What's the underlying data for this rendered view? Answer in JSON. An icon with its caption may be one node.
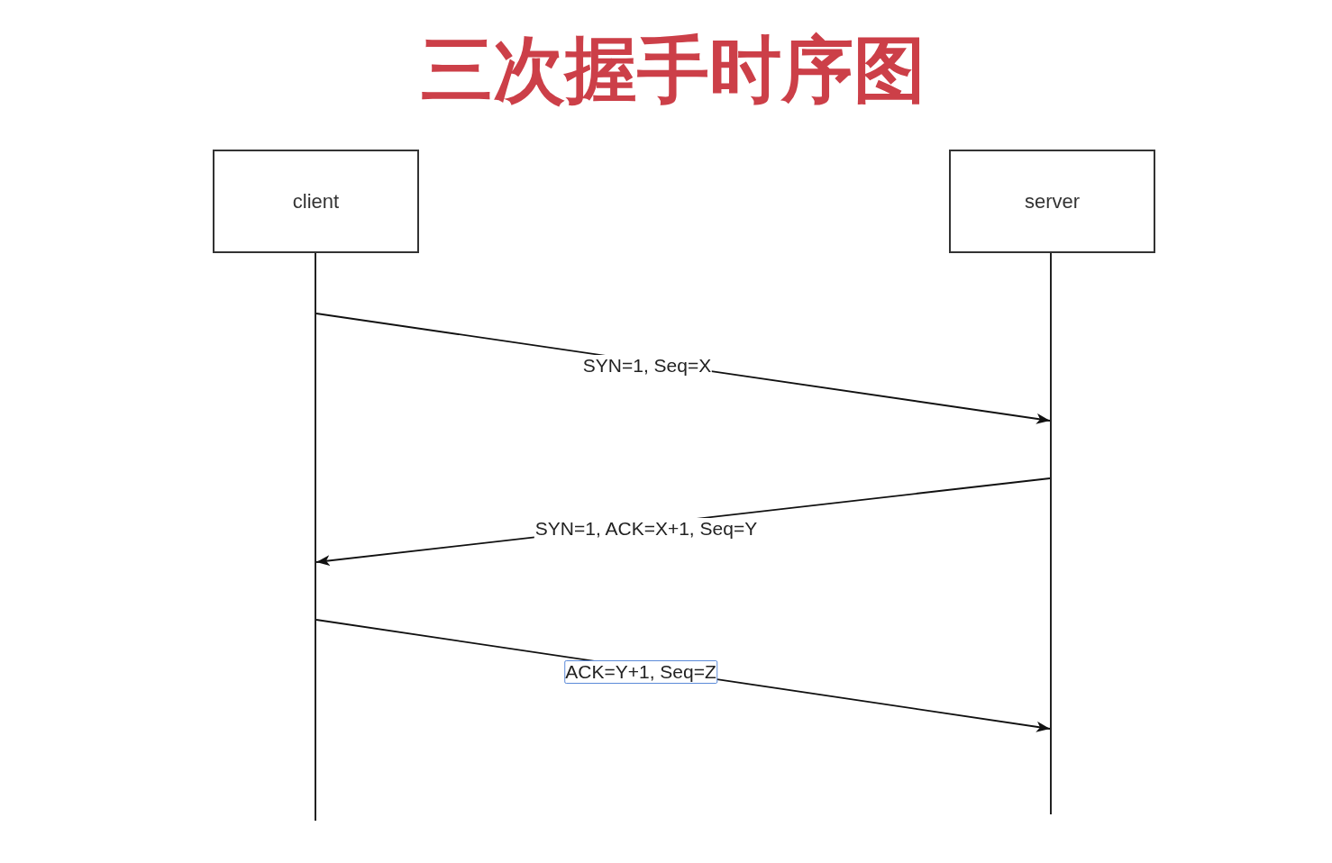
{
  "diagram": {
    "title": "三次握手时序图",
    "nodes": [
      {
        "text": [
          "client"
        ]
      },
      {
        "text": [
          "server"
        ]
      },
      {
        "text": [],
        "shape": "line"
      },
      {
        "text": [],
        "shape": "line"
      }
    ],
    "edges": [
      {
        "from": 2,
        "to": 3,
        "arrow": "to",
        "label": "SYN=1, Seq=X"
      },
      {
        "from": 3,
        "to": 2,
        "arrow": "to",
        "label": "SYN=1, ACK=X+1, Seq=Y"
      },
      {
        "from": 2,
        "to": 3,
        "arrow": "to",
        "label": "ACK=Y+1, Seq=Z"
      }
    ]
  }
}
